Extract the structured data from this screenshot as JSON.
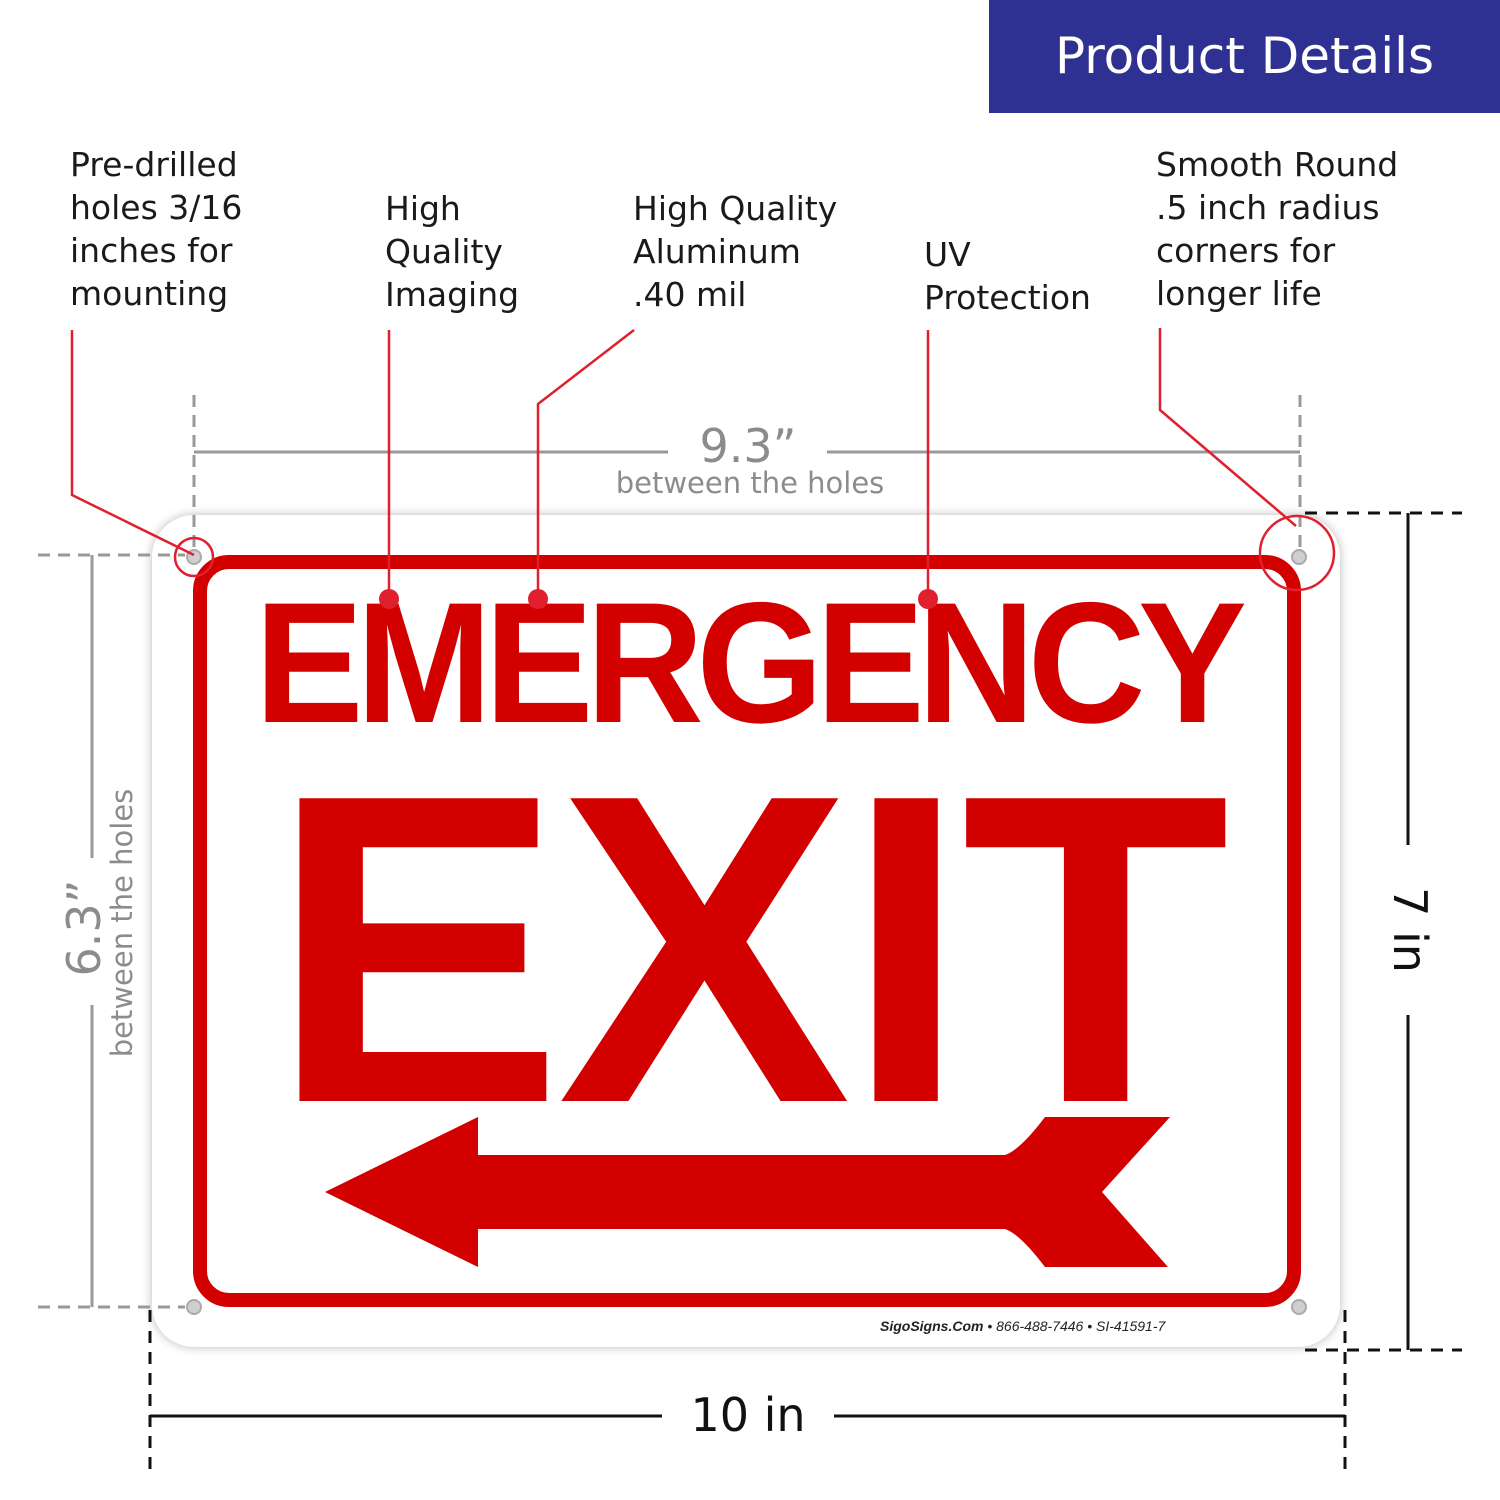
{
  "banner": {
    "title": "Product Details"
  },
  "callouts": [
    {
      "id": "holes",
      "text": "Pre-drilled\nholes 3/16\ninches for\nmounting"
    },
    {
      "id": "imaging",
      "text": "High\nQuality\nImaging"
    },
    {
      "id": "aluminum",
      "text": "High Quality\nAluminum\n.40 mil"
    },
    {
      "id": "uv",
      "text": "UV\nProtection"
    },
    {
      "id": "corners",
      "text": "Smooth Round\n.5 inch radius\ncorners for\nlonger life"
    }
  ],
  "dimensions": {
    "horizontal_holes": {
      "value": "9.3”",
      "label": "between the holes"
    },
    "vertical_holes": {
      "value": "6.3”",
      "label": "between the holes"
    },
    "height": "7 in",
    "width": "10 in"
  },
  "sign": {
    "line1": "EMERGENCY",
    "line2": "EXIT",
    "arrow": "left-arrow-icon",
    "footer": {
      "brand": "SigoSigns.Com",
      "phone": "866-488-7446",
      "sku": "SI-41591-7",
      "separator": "•"
    }
  },
  "colors": {
    "banner": "#2e3192",
    "sign_red": "#d30000",
    "callout_line": "#e0202e",
    "dimension_gray": "#8c8c8c"
  }
}
